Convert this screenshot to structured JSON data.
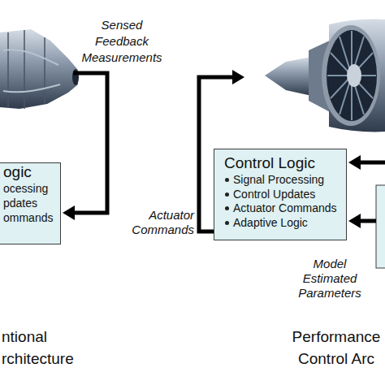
{
  "diagram": {
    "nodes": [
      {
        "text": [
          "ogic",
          "ocessing",
          "pdates",
          "ommands"
        ]
      },
      {
        "text": [
          "Control Logic",
          "Signal Processing",
          "Control Updates",
          "Actuator Commands",
          "Adaptive Logic"
        ]
      }
    ],
    "labels": [
      "Sensed Feedback Measurements",
      "ntional rchitecture",
      "Actuator Commands",
      "Model Estimated Parameters",
      "Performance Control Arc"
    ]
  }
}
